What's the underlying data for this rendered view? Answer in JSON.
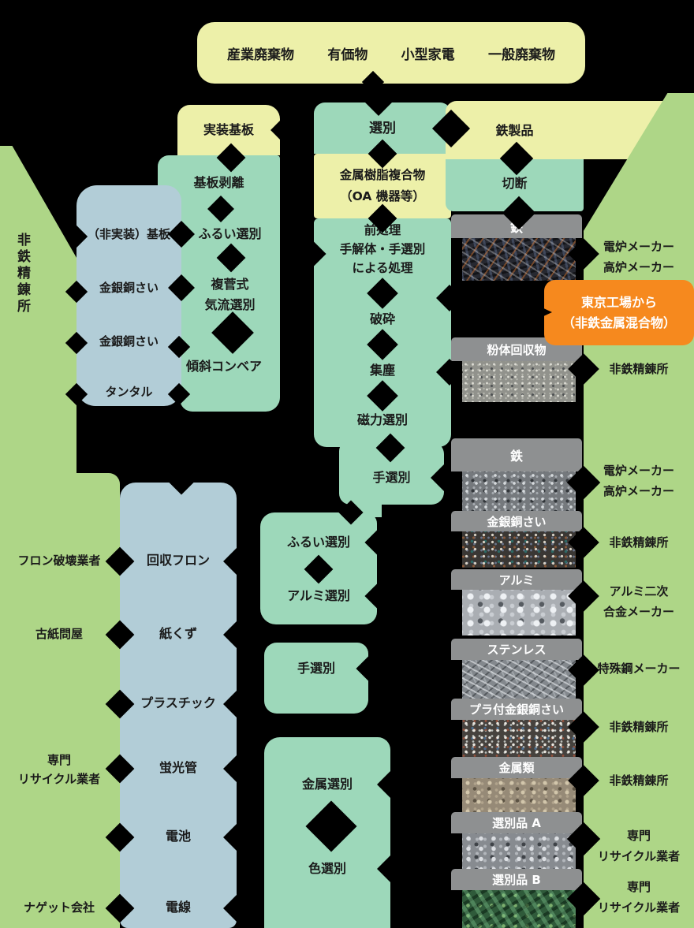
{
  "colors": {
    "background": "#000000",
    "yellow_box": "#edf0a9",
    "mint_box": "#9dd8ba",
    "leaf_green_strip": "#aed687",
    "blue_gray_box": "#b2cdd7",
    "gray_card": "#8e9091",
    "orange_banner": "#f6891e",
    "text_dark": "#1a1a1a",
    "text_light": "#ffffff"
  },
  "top_header": {
    "items": [
      "産業廃棄物",
      "有価物",
      "小型家電",
      "一般廃棄物"
    ]
  },
  "board_line": {
    "source": "実装基板",
    "strip_step": "基板剥離",
    "sieve_step": "ふるい選別",
    "airflow_line1": "複菅式",
    "airflow_line2": "気流選別",
    "conveyor_step": "傾斜コンベア",
    "outputs": [
      "（非実装）基板",
      "金銀銅さい",
      "金銀銅さい",
      "タンタル"
    ],
    "smelter_vertical": "非鉄精錬所"
  },
  "center_line": {
    "source": "選別",
    "material_line1": "金属樹脂複合物",
    "material_line2": "（OA 機器等）",
    "pretreat_line1": "前処理",
    "pretreat_line2": "手解体・手選別",
    "pretreat_line3": "による処理",
    "crush": "破砕",
    "dust_collect": "集塵",
    "magnetic_sort": "磁力選別",
    "hand_sort": "手選別"
  },
  "iron_line": {
    "source": "鉄製品",
    "cut": "切断"
  },
  "tokyo_banner": {
    "line1": "東京工場から",
    "line2": "（非鉄金属混合物）"
  },
  "photo_cards": [
    {
      "label": "鉄",
      "dest_line1": "電炉メーカー",
      "dest_line2": "高炉メーカー"
    },
    {
      "label": "粉体回収物",
      "dest_line1": "非鉄精錬所",
      "dest_line2": ""
    },
    {
      "label": "鉄",
      "dest_line1": "電炉メーカー",
      "dest_line2": "高炉メーカー"
    },
    {
      "label": "金銀銅さい",
      "dest_line1": "非鉄精錬所",
      "dest_line2": ""
    },
    {
      "label": "アルミ",
      "dest_line1": "アルミ二次",
      "dest_line2": "合金メーカー"
    },
    {
      "label": "ステンレス",
      "dest_line1": "特殊鋼メーカー",
      "dest_line2": ""
    },
    {
      "label": "プラ付金銀銅さい",
      "dest_line1": "非鉄精錬所",
      "dest_line2": ""
    },
    {
      "label": "金属類",
      "dest_line1": "非鉄精錬所",
      "dest_line2": ""
    },
    {
      "label": "選別品 A",
      "dest_line1": "専門",
      "dest_line2": "リサイクル業者"
    },
    {
      "label": "選別品 B",
      "dest_line1": "専門",
      "dest_line2": "リサイクル業者"
    }
  ],
  "mid_sorting": {
    "sieve": "ふるい選別",
    "aluminum": "アルミ選別",
    "hand": "手選別",
    "metal": "金属選別",
    "color": "色選別"
  },
  "byproducts": {
    "items": [
      "回収フロン",
      "紙くず",
      "プラスチック",
      "蛍光管",
      "電池",
      "電線"
    ],
    "destinations": [
      {
        "line1": "フロン破壊業者",
        "line2": ""
      },
      {
        "line1": "古紙問屋",
        "line2": ""
      },
      {
        "line1": "専門",
        "line2": "リサイクル業者"
      },
      {
        "line1": "ナゲット会社",
        "line2": ""
      }
    ]
  }
}
